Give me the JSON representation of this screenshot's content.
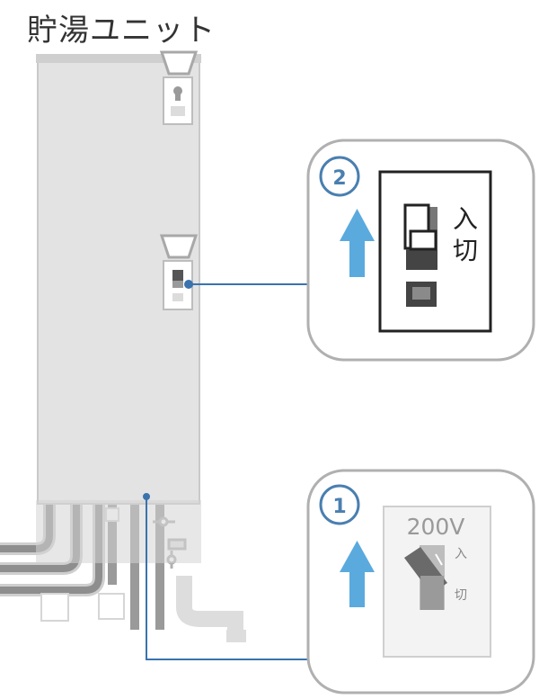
{
  "title": "貯湯ユニット",
  "steps": [
    {
      "number": "2",
      "label_on": "入",
      "label_off": "切"
    },
    {
      "number": "1",
      "voltage": "200V",
      "label_on": "入",
      "label_off": "切"
    }
  ],
  "colors": {
    "arrow": "#5aaade",
    "step_circle": "#4a7fb0",
    "leader_line": "#3a73ad",
    "unit_body": "#e3e3e3",
    "pipe": "#8e8e8e",
    "panel_border": "#a8a8a8"
  },
  "icons": [
    "arrow-up-icon",
    "breaker-switch-icon"
  ]
}
